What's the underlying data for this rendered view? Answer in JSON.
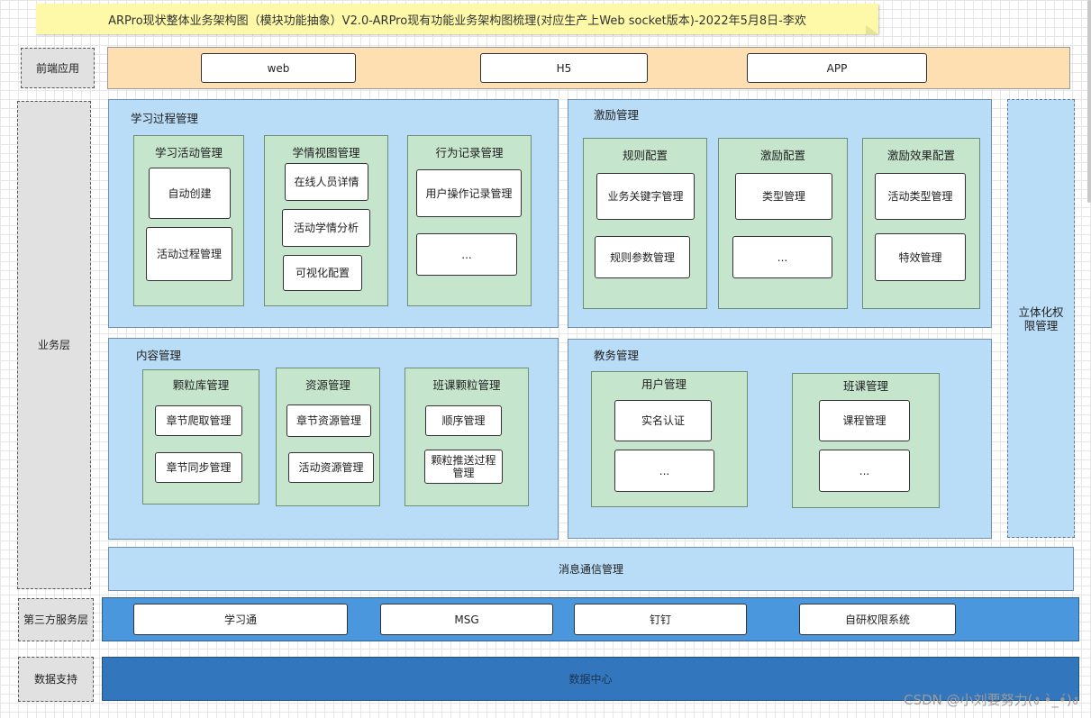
{
  "title": "ARPro现状整体业务架构图（模块功能抽象）V2.0-ARPro现有功能业务架构图梳理(对应生产上Web socket版本)-2022年5月8日-李欢",
  "layers": {
    "frontend": "前端应用",
    "business": "业务层",
    "third_party": "第三方服务层",
    "data_support": "数据支持"
  },
  "frontend_apps": [
    "web",
    "H5",
    "APP"
  ],
  "learning": {
    "title": "学习过程管理",
    "groups": [
      {
        "title": "学习活动管理",
        "items": [
          "自动创建",
          "活动过程管理"
        ]
      },
      {
        "title": "学情视图管理",
        "items": [
          "在线人员详情",
          "活动学情分析",
          "可视化配置"
        ]
      },
      {
        "title": "行为记录管理",
        "items": [
          "用户操作记录管理",
          "..."
        ]
      }
    ]
  },
  "incentive": {
    "title": "激励管理",
    "groups": [
      {
        "title": "规则配置",
        "items": [
          "业务关键字管理",
          "规则参数管理"
        ]
      },
      {
        "title": "激励配置",
        "items": [
          "类型管理",
          "..."
        ]
      },
      {
        "title": "激励效果配置",
        "items": [
          "活动类型管理",
          "特效管理"
        ]
      }
    ]
  },
  "content": {
    "title": "内容管理",
    "groups": [
      {
        "title": "颗粒库管理",
        "items": [
          "章节爬取管理",
          "章节同步管理"
        ]
      },
      {
        "title": "资源管理",
        "items": [
          "章节资源管理",
          "活动资源管理"
        ]
      },
      {
        "title": "班课颗粒管理",
        "items": [
          "顺序管理",
          "颗粒推送过程管理"
        ]
      }
    ]
  },
  "affairs": {
    "title": "教务管理",
    "groups": [
      {
        "title": "用户管理",
        "items": [
          "实名认证",
          "..."
        ]
      },
      {
        "title": "班课管理",
        "items": [
          "课程管理",
          "..."
        ]
      }
    ]
  },
  "permission": "立体化权限管理",
  "message": "消息通信管理",
  "third_party_services": [
    "学习通",
    "MSG",
    "钉钉",
    "自研权限系统"
  ],
  "data_center": "数据中心",
  "watermark": "CSDN @小刘要努力(ง •̀_•́)ง"
}
